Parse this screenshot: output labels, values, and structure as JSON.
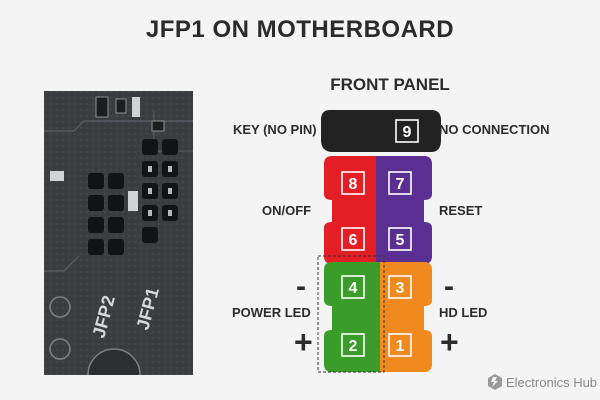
{
  "title": "JFP1 ON MOTHERBOARD",
  "diagram": {
    "title": "FRONT PANEL",
    "pins": [
      {
        "number": "9",
        "color": "#222222"
      },
      {
        "number": "8",
        "color": "#e31e24"
      },
      {
        "number": "7",
        "color": "#5b2f91"
      },
      {
        "number": "6",
        "color": "#e31e24"
      },
      {
        "number": "5",
        "color": "#5b2f91"
      },
      {
        "number": "4",
        "color": "#3a9d2a"
      },
      {
        "number": "3",
        "color": "#f18a1e"
      },
      {
        "number": "2",
        "color": "#3a9d2a"
      },
      {
        "number": "1",
        "color": "#f18a1e"
      }
    ],
    "labels": {
      "key_no_pin": "KEY (NO PIN)",
      "no_connection": "NO CONNECTION",
      "on_off": "ON/OFF",
      "reset": "RESET",
      "power_led": "POWER LED",
      "hd_led": "HD LED",
      "minus": "-",
      "plus": "+"
    }
  },
  "photo": {
    "silkscreen_left": "JFP2",
    "silkscreen_right": "JFP1"
  },
  "brand": {
    "name": "Electronics Hub",
    "icon": "electronics-hub-logo-icon"
  }
}
